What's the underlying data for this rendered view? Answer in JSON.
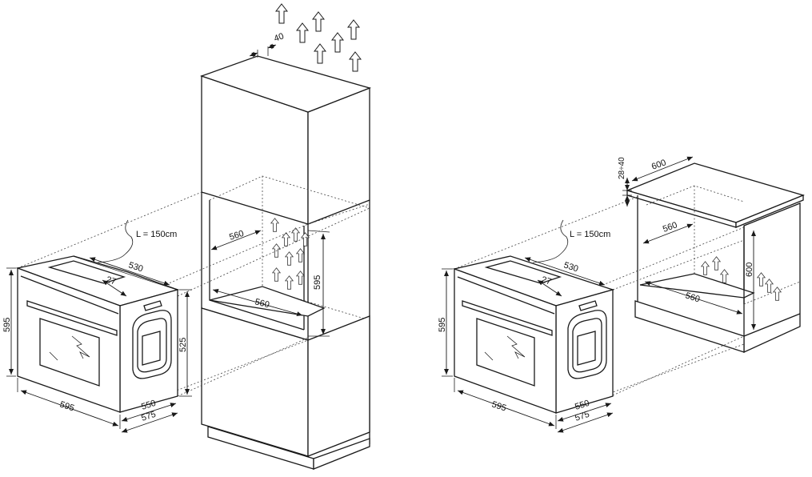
{
  "left_installation": {
    "cable_label": "L = 150cm",
    "oven": {
      "height": "595",
      "width": "595",
      "depth_top": "530",
      "gap_top": "27",
      "body_height": "525",
      "depth_body": "550",
      "depth_total": "575"
    },
    "cabinet": {
      "vent_gap": "40",
      "niche_width_back": "560",
      "niche_width_front": "560",
      "niche_height": "595"
    }
  },
  "right_installation": {
    "cable_label": "L = 150cm",
    "oven": {
      "height": "595",
      "width": "595",
      "depth_top": "530",
      "gap_top": "27",
      "depth_body": "550",
      "depth_total": "575"
    },
    "counter": {
      "top_thickness": "28÷40",
      "top_depth": "600",
      "niche_width_back": "560",
      "niche_width_front": "560",
      "niche_height": "600"
    }
  }
}
